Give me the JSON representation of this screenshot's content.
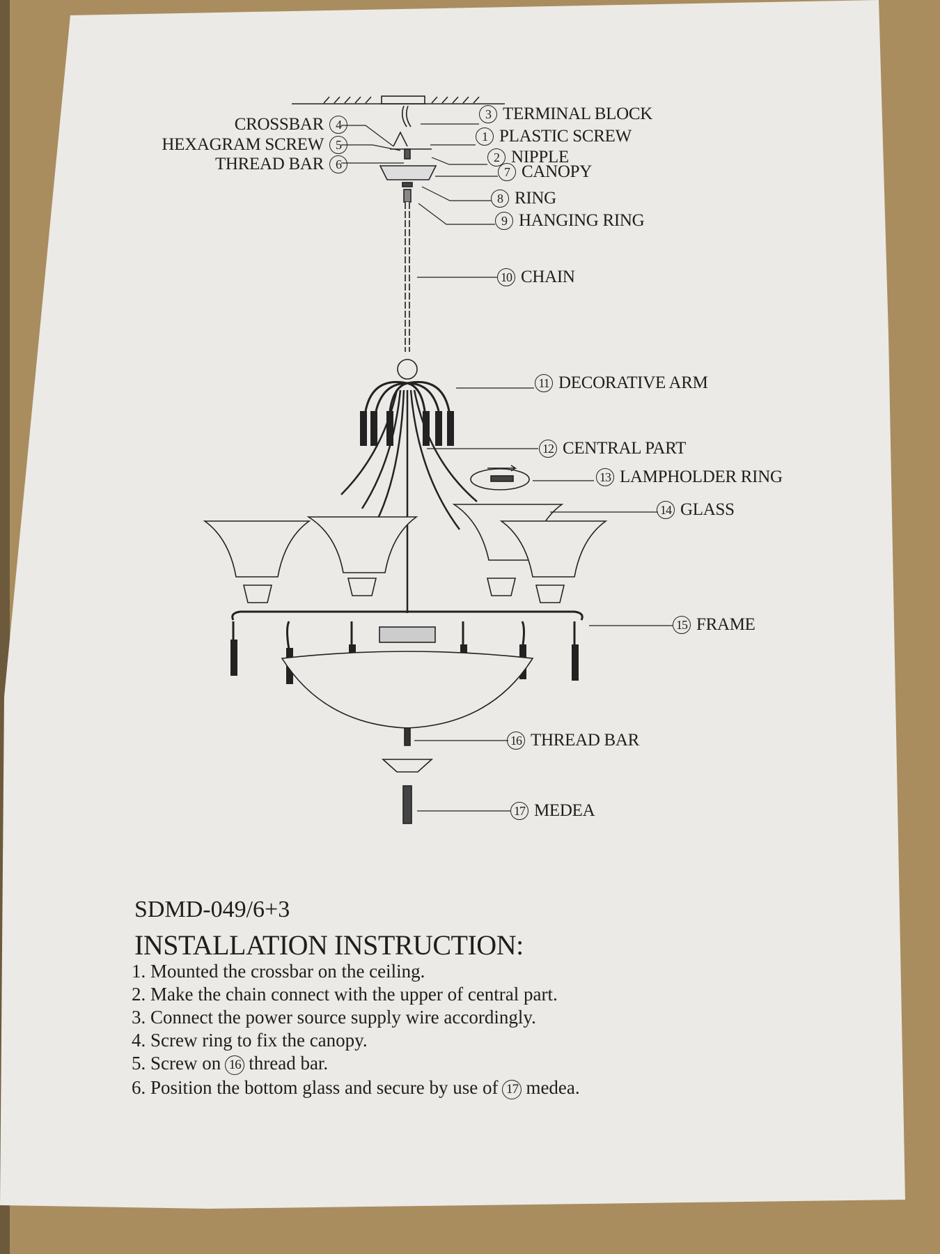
{
  "diagram": {
    "left_labels": [
      {
        "num": "4",
        "text": "CROSSBAR"
      },
      {
        "num": "5",
        "text": "HEXAGRAM SCREW"
      },
      {
        "num": "6",
        "text": "THREAD BAR"
      }
    ],
    "right_labels": [
      {
        "num": "3",
        "text": "TERMINAL BLOCK"
      },
      {
        "num": "1",
        "text": "PLASTIC SCREW"
      },
      {
        "num": "2",
        "text": "NIPPLE"
      },
      {
        "num": "7",
        "text": "CANOPY"
      },
      {
        "num": "8",
        "text": "RING"
      },
      {
        "num": "9",
        "text": "HANGING RING"
      },
      {
        "num": "10",
        "text": "CHAIN"
      },
      {
        "num": "11",
        "text": "DECORATIVE ARM"
      },
      {
        "num": "12",
        "text": "CENTRAL PART"
      },
      {
        "num": "13",
        "text": "LAMPHOLDER RING"
      },
      {
        "num": "14",
        "text": "GLASS"
      },
      {
        "num": "15",
        "text": "FRAME"
      },
      {
        "num": "16",
        "text": "THREAD BAR"
      },
      {
        "num": "17",
        "text": "MEDEA"
      }
    ]
  },
  "model": "SDMD-049/6+3",
  "heading": "INSTALLATION  INSTRUCTION:",
  "steps": [
    {
      "text": "1. Mounted the crossbar on the ceiling."
    },
    {
      "text": "2. Make the chain connect with the upper of central part."
    },
    {
      "text": "3. Connect the power source supply wire accordingly."
    },
    {
      "text": "4. Screw  ring to fix the canopy."
    },
    {
      "pre": "5. Screw on",
      "num": "16",
      "post": "thread bar."
    },
    {
      "pre": "6. Position the bottom glass and secure by use of",
      "num": "17",
      "post": "medea."
    }
  ]
}
